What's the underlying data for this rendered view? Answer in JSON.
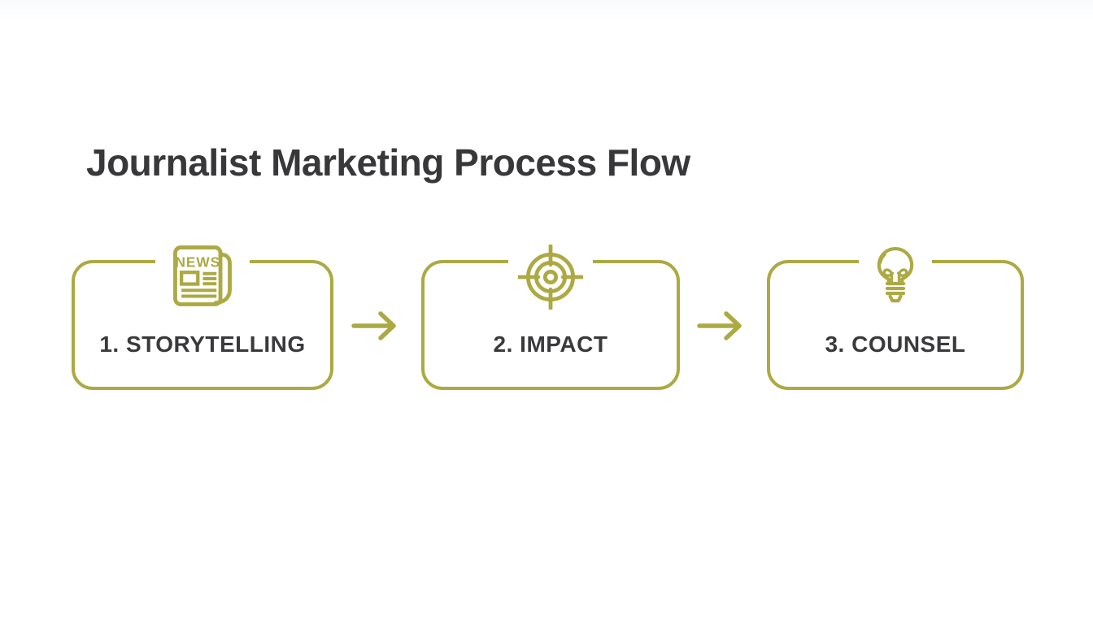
{
  "title": {
    "text": "Journalist Marketing Process Flow"
  },
  "theme": {
    "accent_color": "#ada943",
    "text_color": "#3a3a3c",
    "background": "#ffffff"
  },
  "flow": {
    "steps": [
      {
        "label": "1. STORYTELLING",
        "icon": "newspaper-icon",
        "icon_text": "NEWS"
      },
      {
        "label": "2. IMPACT",
        "icon": "target-icon"
      },
      {
        "label": "3. COUNSEL",
        "icon": "lightbulb-icon"
      }
    ],
    "connectors": [
      {
        "type": "arrow-right"
      },
      {
        "type": "arrow-right"
      }
    ]
  }
}
